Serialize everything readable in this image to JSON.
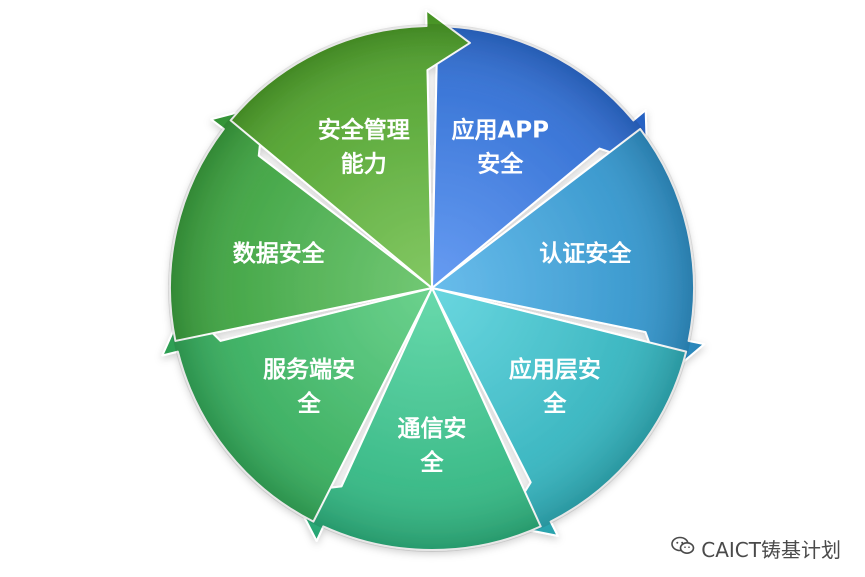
{
  "diagram": {
    "segments": [
      {
        "lines": [
          "应用APP",
          "安全"
        ],
        "color": "#3d78d8"
      },
      {
        "lines": [
          "认证安全"
        ],
        "color": "#3f9cd0"
      },
      {
        "lines": [
          "应用层安",
          "全"
        ],
        "color": "#40b9c3"
      },
      {
        "lines": [
          "通信安",
          "全"
        ],
        "color": "#3ebc8a"
      },
      {
        "lines": [
          "服务端安",
          "全"
        ],
        "color": "#43b468"
      },
      {
        "lines": [
          "数据安全"
        ],
        "color": "#49a94c"
      },
      {
        "lines": [
          "安全管理",
          "能力"
        ],
        "color": "#5ca93a"
      }
    ]
  },
  "watermark": {
    "text": "CAICT铸基计划",
    "icon": "wechat-icon"
  }
}
